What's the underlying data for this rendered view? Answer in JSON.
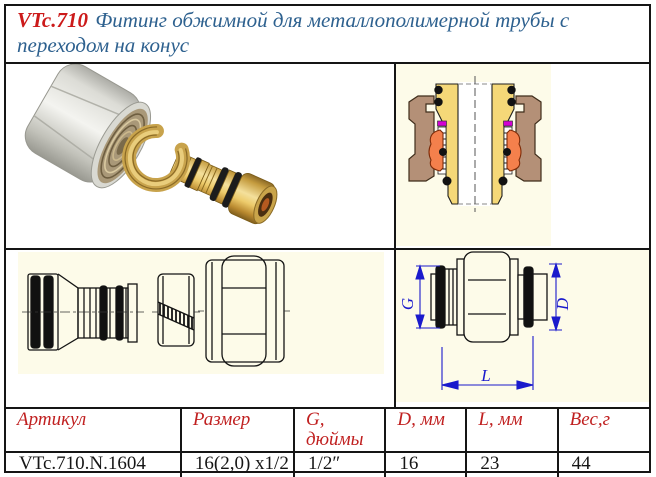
{
  "title": {
    "code": "VTc.710",
    "description": "Фитинг обжимной для металлополимерной трубы с переходом на конус"
  },
  "figures": {
    "dim_labels": {
      "g": "G",
      "d": "D",
      "l": "L"
    }
  },
  "table": {
    "headers": [
      "Артикул",
      "Размер",
      "G, дюймы",
      "D, мм",
      "L, мм",
      "Вес,г"
    ],
    "row": [
      "VTc.710.N.1604",
      "16(2,0) x1/2",
      "1/2″",
      "16",
      "23",
      "44"
    ]
  },
  "colors": {
    "accent_red": "#CC1A1A",
    "title_blue": "#2E618F",
    "table_header_red": "#C02020",
    "dimension_blue": "#1A1ACC",
    "drawing_background": "#FDFBE9",
    "brass": "#D9B24A",
    "section_yellow": "#F5D878",
    "section_brown": "#B49077",
    "section_orange": "#F4804C",
    "section_magenta": "#D400D4"
  }
}
